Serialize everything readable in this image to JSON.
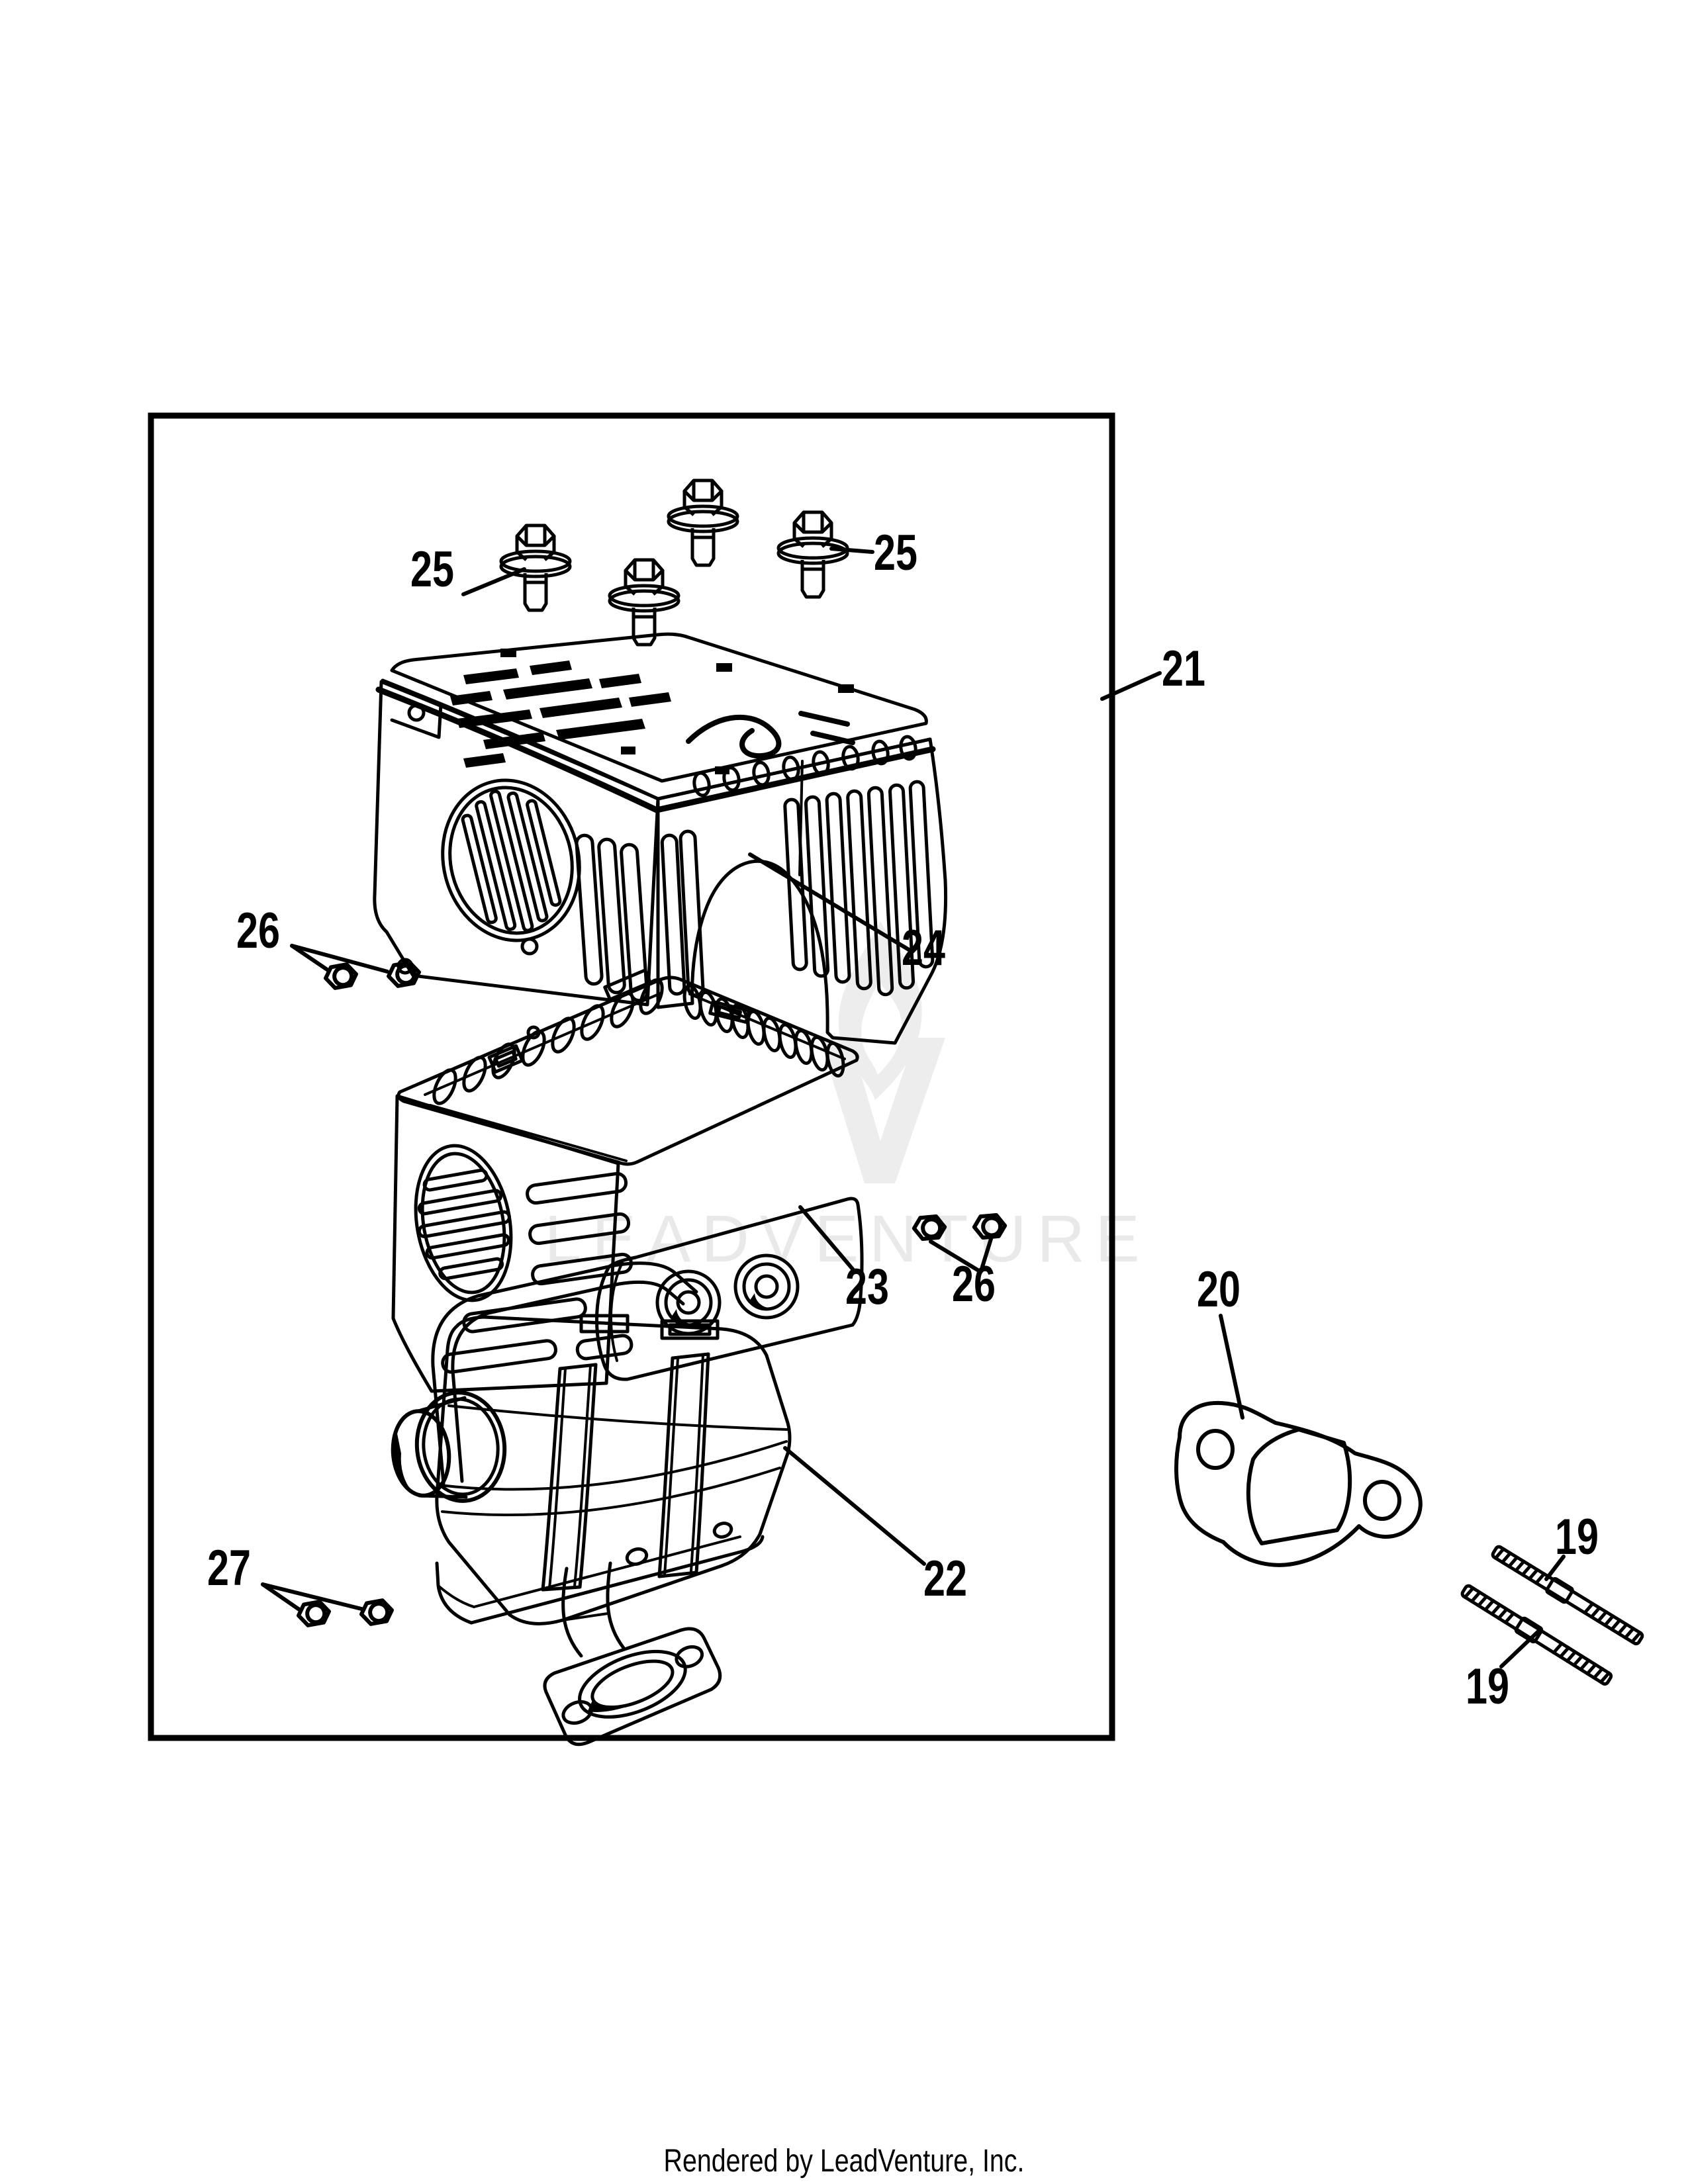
{
  "page": {
    "background": "#ffffff",
    "ink": "#000000"
  },
  "diagram": {
    "callouts": {
      "c19_upper": "19",
      "c19_lower": "19",
      "c20": "20",
      "c21": "21",
      "c22": "22",
      "c23": "23",
      "c24": "24",
      "c25_left": "25",
      "c25_right": "25",
      "c26_left": "26",
      "c26_right": "26",
      "c27": "27"
    },
    "watermark": {
      "text": "LEADVENTURE",
      "text_color": "#e9e9e9",
      "logo_color": "#ededed"
    },
    "footer": {
      "text": "Rendered by LeadVenture, Inc."
    }
  }
}
